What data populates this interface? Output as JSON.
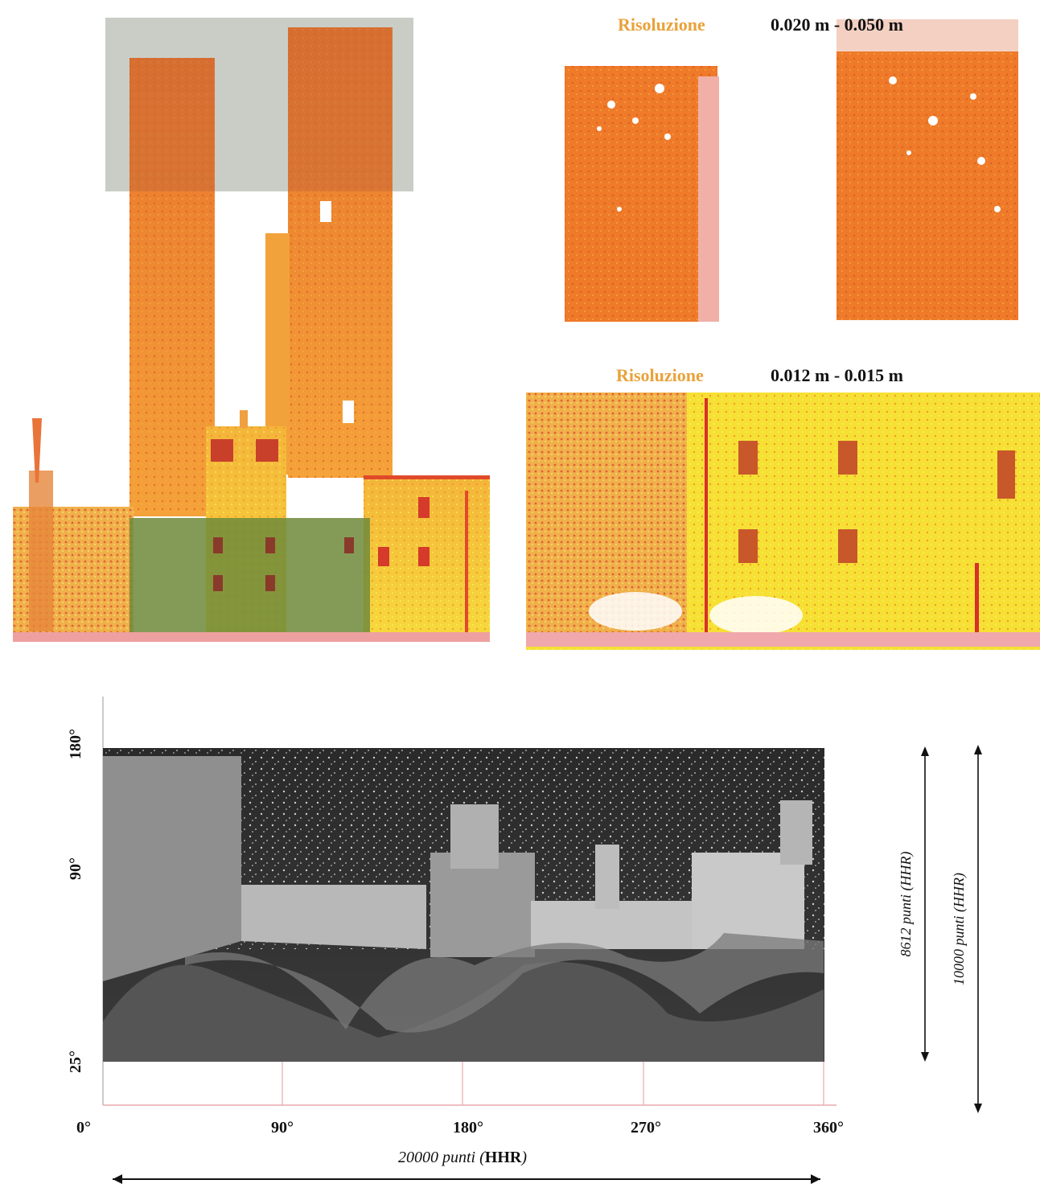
{
  "views": {
    "top_right": {
      "label": "Risoluzione",
      "value": "0.020 m - 0.050 m"
    },
    "middle_right": {
      "label": "Risoluzione",
      "value": "0.012 m - 0.015 m"
    }
  },
  "panorama": {
    "x_ticks": [
      "0°",
      "90°",
      "180°",
      "270°",
      "360°"
    ],
    "y_ticks": [
      "180°",
      "90°",
      "25°"
    ],
    "x_caption_a": "20000 punti (",
    "x_caption_b": "HHR",
    "x_caption_c": ")",
    "right_caption_1": "8612 punti (HHR)",
    "right_caption_2": "10000 punti (HHR)"
  },
  "colors": {
    "orange_point": "#f0782a",
    "yellow_point": "#f7e23a",
    "label_orange": "#e8a23a",
    "grid_pink": "#e9a9ad"
  }
}
